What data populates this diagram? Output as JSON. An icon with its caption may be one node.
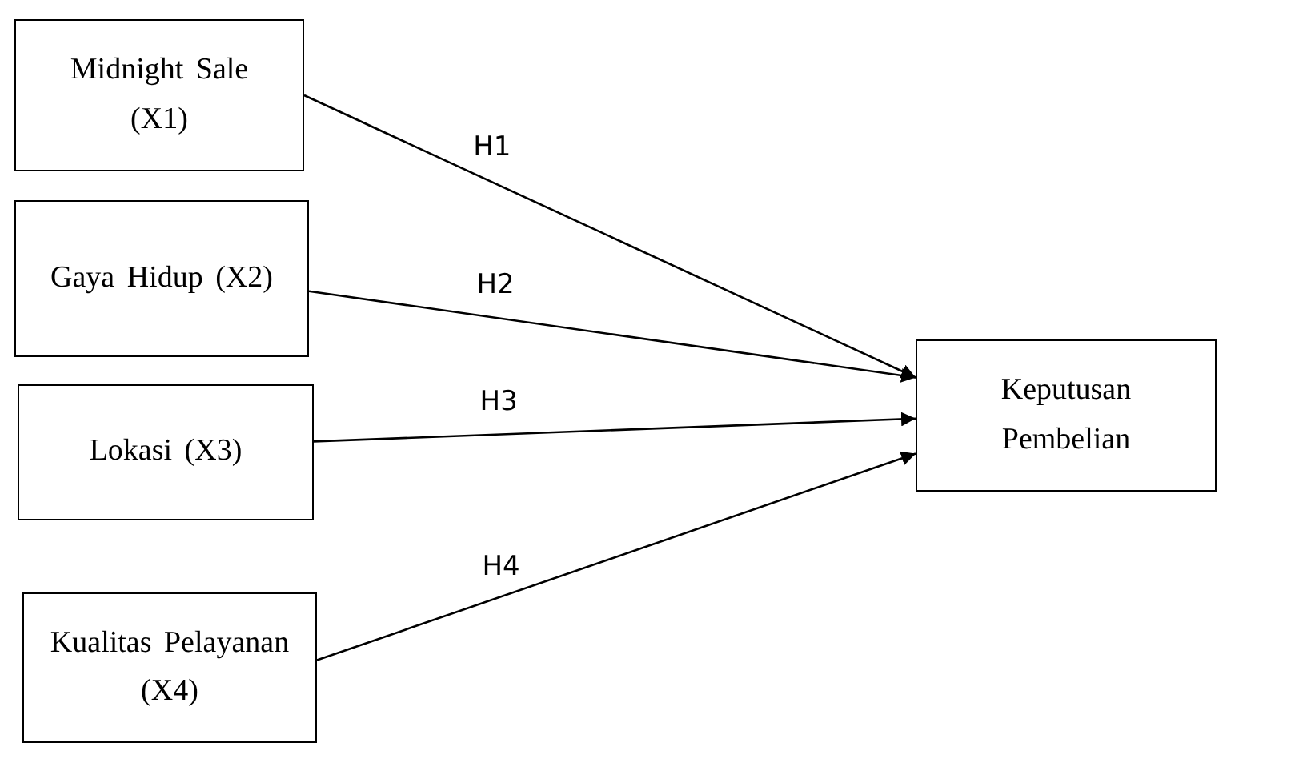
{
  "diagram": {
    "nodes": [
      {
        "text": [
          "Midnight Sale (X1)"
        ]
      },
      {
        "text": [
          "Gaya Hidup (X2)"
        ]
      },
      {
        "text": [
          "Lokasi (X3)"
        ]
      },
      {
        "text": [
          "Kualitas Pelayanan (X4)"
        ]
      },
      {
        "text": [
          "Keputusan Pembelian"
        ]
      }
    ],
    "edges": [
      {
        "from": 0,
        "to": 4,
        "arrow": "to",
        "label": "H1"
      },
      {
        "from": 1,
        "to": 4,
        "arrow": "to",
        "label": "H2"
      },
      {
        "from": 2,
        "to": 4,
        "arrow": "to",
        "label": "H3"
      },
      {
        "from": 3,
        "to": 4,
        "arrow": "to",
        "label": "H4"
      }
    ]
  }
}
